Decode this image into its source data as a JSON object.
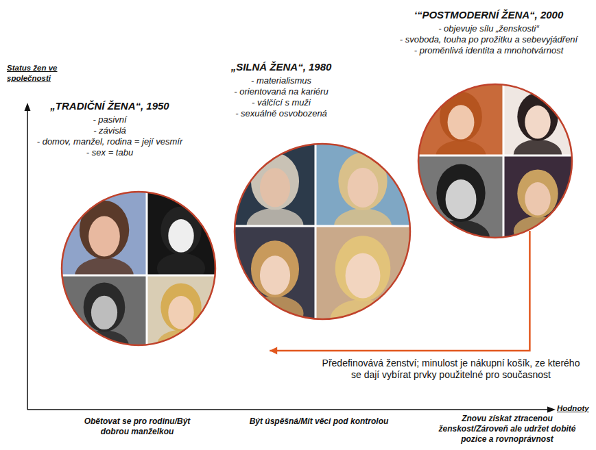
{
  "diagram": {
    "nodes": [
      {
        "text": [
          "„TRADIČNÍ ŽENA“, 1950",
          "- pasivní",
          "- závislá",
          "- domov, manžel, rodina = její vesmír",
          "- sex = tabu"
        ]
      },
      {
        "text": [
          "„SILNÁ ŽENA“, 1980",
          "- materialismus",
          "- orientovaná na kariéru",
          "- válčící s muži",
          "- sexuálně osvobozená"
        ]
      },
      {
        "text": [
          "‘“POSTMODERNÍ ŽENA“, 2000",
          "- objevuje sílu „ženskosti“",
          "- svoboda, touha po prožitku a sebevyjádření",
          "- proměnlivá identita a mnohotvárnost"
        ]
      }
    ],
    "edges": [
      {
        "from": 2,
        "to": 1,
        "arrow": "to",
        "label": "Předefinovává ženství; minulost je nákupní košík, ze kterého se dají vybírat prvky použitelné pro současnost"
      }
    ],
    "labels": [
      "Status žen ve společnosti",
      "Hodnoty",
      "Obětovat se pro rodinu/Být dobrou manželkou",
      "Být úspěšná/Mít věci pod kontrolou",
      "Znovu získat ztracenou ženskost/Zároveň ale udržet dobité pozice a rovnoprávnost"
    ]
  }
}
